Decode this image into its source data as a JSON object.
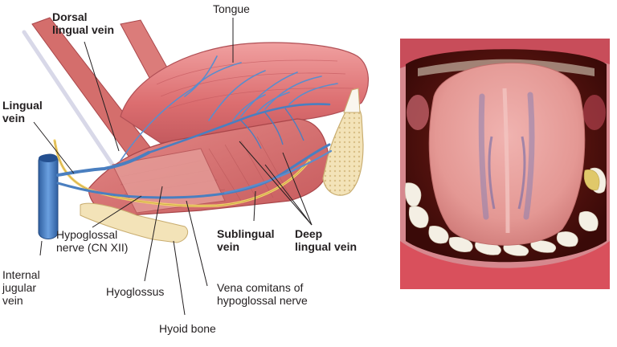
{
  "labels": {
    "tongue": "Tongue",
    "dorsal_lingual_vein": [
      "Dorsal",
      "lingual vein"
    ],
    "lingual_vein": [
      "Lingual",
      "vein"
    ],
    "hypoglossal_nerve": [
      "Hypoglossal",
      "nerve (CN XII)"
    ],
    "internal_jugular_vein": [
      "Internal",
      "jugular",
      "vein"
    ],
    "hyoglossus": "Hyoglossus",
    "hyoid_bone": "Hyoid bone",
    "vena_comitans": [
      "Vena comitans of",
      "hypoglossal nerve"
    ],
    "sublingual_vein": [
      "Sublingual",
      "vein"
    ],
    "deep_lingual_vein": [
      "Deep",
      "lingual vein"
    ]
  },
  "colors": {
    "vein": "#4a7fc0",
    "vein_light": "#7aa8e0",
    "nerve": "#f2d06a",
    "muscle": "#d96b6b",
    "muscle_dark": "#b84e50",
    "tongue_surface": "#e07f80",
    "bone": "#f3e3b8",
    "leader": "#231f20",
    "mouth_shadow": "#5a1410",
    "lip": "#d9505c",
    "photo_tongue": "#e9a0a0",
    "teeth": "#f4efe4"
  },
  "panels": {
    "illustration_icon": "lingual-veins-illustration",
    "photo_icon": "open-mouth-underside-tongue-photo"
  }
}
